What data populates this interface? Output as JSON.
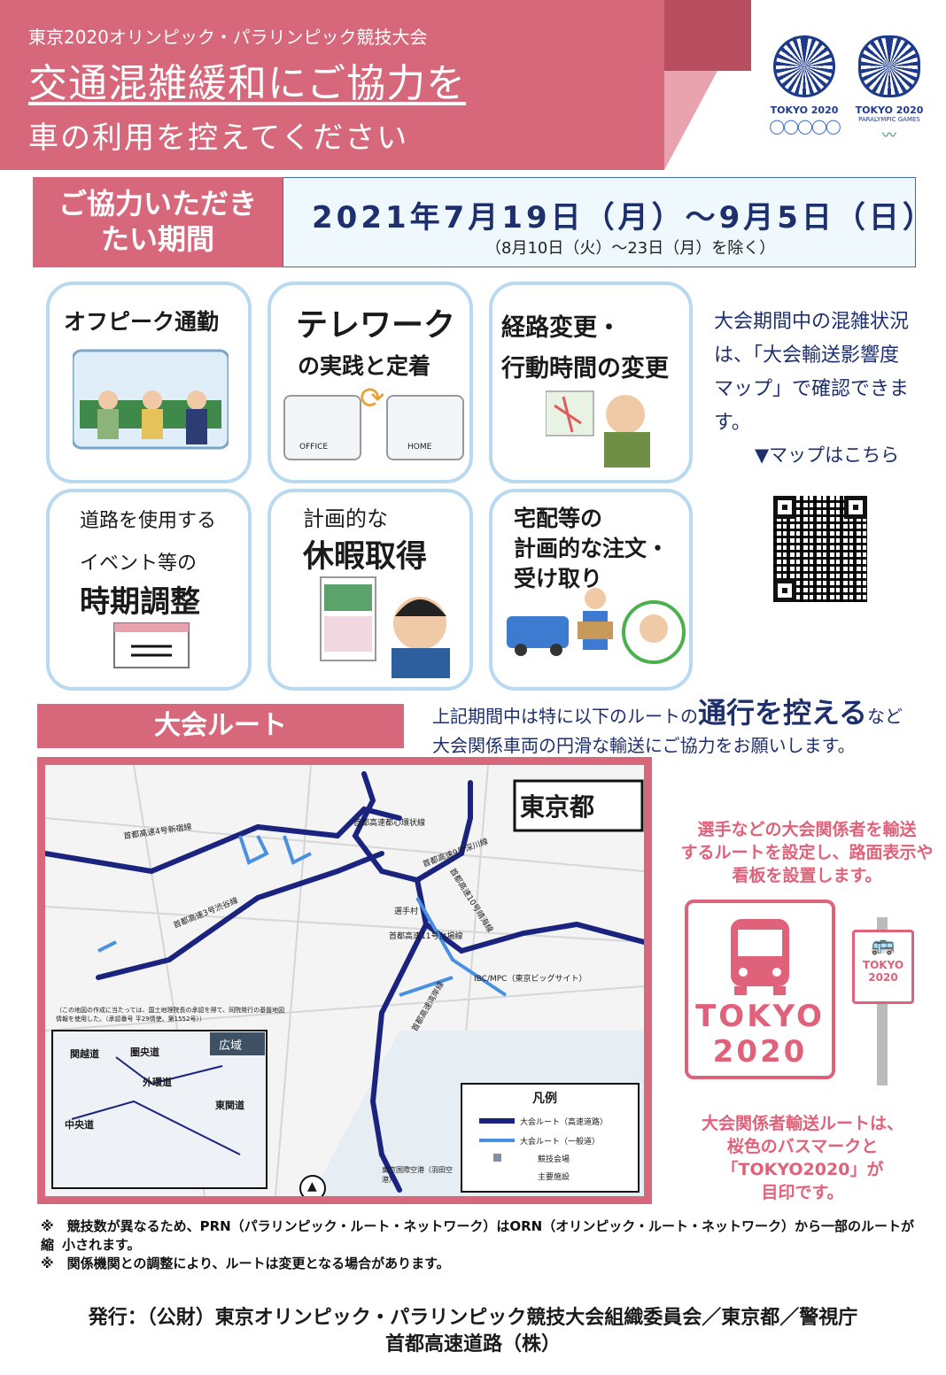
{
  "header": {
    "subtitle": "東京2020オリンピック・パラリンピック競技大会",
    "title": "交通混雑緩和にご協力を",
    "lead": "車の利用を控えてください",
    "olympic_emblem": {
      "label": "TOKYO 2020",
      "rings": "◯◯◯◯◯"
    },
    "paralympic_emblem": {
      "label": "TOKYO 2020",
      "sub": "PARALYMPIC GAMES",
      "agitos": "〰"
    }
  },
  "period": {
    "label_line1": "ご協力いただき",
    "label_line2": "たい期間",
    "dates": "2021年7月19日（月）～9月5日（日）",
    "exclusion": "（8月10日（火）～23日（月）を除く）"
  },
  "cards": {
    "offpeak": {
      "title": "オフピーク通勤"
    },
    "telework": {
      "title_line1": "テレワーク",
      "title_line2": "の実践と定着",
      "office": "OFFICE",
      "home": "HOME"
    },
    "route_change": {
      "title_line1": "経路変更・",
      "title_line2": "行動時間の変更"
    },
    "event": {
      "line1": "道路を使用する",
      "line2": "イベント等の",
      "title": "時期調整"
    },
    "vacation": {
      "line1": "計画的な",
      "title": "休暇取得"
    },
    "delivery": {
      "line1": "宅配等の",
      "line2": "計画的な注文・",
      "line3": "受け取り"
    }
  },
  "side": {
    "text_line1": "大会期間中の混雑状況",
    "text_line2": "は、「大会輸送影響度",
    "text_line3": "マップ」で確認できます。",
    "map_here": "▼マップはこちら"
  },
  "route": {
    "label": "大会ルート",
    "text_pre": "上記期間中は特に以下のルートの",
    "text_bold": "通行を控える",
    "text_post": "など",
    "text_line2": "大会関係車両の円滑な輸送にご協力をお願いします。"
  },
  "map": {
    "region": "東京都",
    "roads": {
      "r4": "首都高速4号新宿線",
      "r3": "首都高速3号渋谷線",
      "c1": "首都高速都心環状線",
      "r9": "首都高速9号深川線",
      "r10": "首都高速10号晴海線",
      "r11": "首都高速11号台場線",
      "wangan": "首都高速湾岸線"
    },
    "places": {
      "village": "選手村",
      "ibc": "IBC/MPC（東京ビッグサイト）",
      "haneda": "東京国際空港（羽田空港）"
    },
    "credit": "（この地図の作成に当たっては、国土地理院長の承認を得て、同院発行の基盤地図情報を使用した。（承認番号 平29情使、第1552号））",
    "inset": {
      "title": "広域",
      "labels": {
        "kanetsu": "関越道",
        "kenodo": "圏央道",
        "gaikando": "外環道",
        "chuo": "中央道",
        "higashikanto": "東関道"
      }
    },
    "legend": {
      "title": "凡例",
      "items": [
        {
          "label": "大会ルート（高速道路）",
          "color": "#1a237e"
        },
        {
          "label": "大会ルート（一般道）",
          "color": "#4a90e2"
        },
        {
          "label": "競技会場",
          "color": "#7f8fa6"
        },
        {
          "label": "主要施設",
          "color": "#1a237e"
        }
      ]
    }
  },
  "right_panel": {
    "text1_line1": "選手などの大会関係者を輸送",
    "text1_line2": "するルートを設定し、路面表示や",
    "text1_line3": "看板を設置します。",
    "bus_mark_line1": "TOKYO",
    "bus_mark_line2": "2020",
    "sign_line1": "TOKYO",
    "sign_line2": "2020",
    "text2_line1": "大会関係者輸送ルートは、",
    "text2_line2": "桜色のバスマークと",
    "text2_line3": "「TOKYO2020」が",
    "text2_line4": "目印です。",
    "accent": "#e0627a"
  },
  "notes": {
    "note1a": "※　競技数が異なるため、PRN（パラリンピック・ルート・ネットワーク）はORN（オリンピック・ルート・ネットワーク）から一部のルートが縮",
    "note1b": "小されます。",
    "note2": "※　関係機関との調整により、ルートは変更となる場合があります。"
  },
  "publisher": {
    "line1": "発行：（公財）東京オリンピック・パラリンピック競技大会組織委員会／東京都／警視庁",
    "line2": "首都高速道路（株）"
  }
}
